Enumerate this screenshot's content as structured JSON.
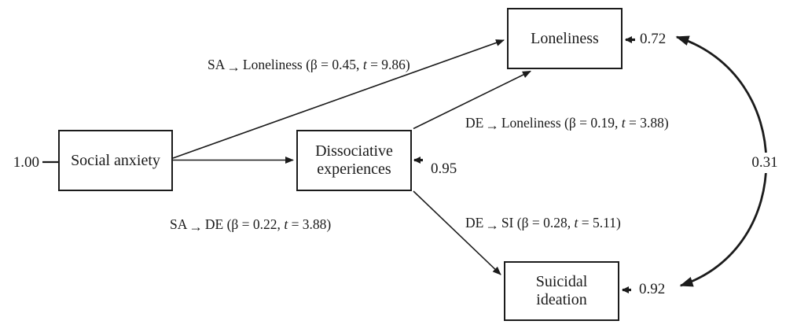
{
  "figure": {
    "type": "path-diagram",
    "glyphs": {
      "arrow": "→"
    },
    "nodes": {
      "social_anxiety": {
        "label": "Social anxiety",
        "input_value": "1.00"
      },
      "dissociative_experiences": {
        "label_line1": "Dissociative",
        "label_line2": "experiences",
        "error_value": "0.95"
      },
      "loneliness": {
        "label": "Loneliness",
        "error_value": "0.72"
      },
      "suicidal_ideation": {
        "label_line1": "Suicidal",
        "label_line2": "ideation",
        "error_value": "0.92"
      }
    },
    "paths": {
      "sa_to_loneliness": {
        "lhs": "SA",
        "rhs": "Loneliness",
        "stats": " (β = 0.45, ",
        "tvar": "t",
        "tail": " = 9.86)"
      },
      "de_to_loneliness": {
        "lhs": "DE",
        "rhs": "Loneliness",
        "stats": " (β = 0.19, ",
        "tvar": "t",
        "tail": " = 3.88)"
      },
      "sa_to_de": {
        "lhs": "SA",
        "rhs": "DE",
        "stats": " (β = 0.22, ",
        "tvar": "t",
        "tail": " = 3.88)"
      },
      "de_to_si": {
        "lhs": "DE",
        "rhs": "SI",
        "stats": " (β = 0.28, ",
        "tvar": "t",
        "tail": " = 5.11)"
      }
    },
    "covariance": {
      "value": "0.31"
    },
    "colors": {
      "ink": "#1b1b1b",
      "background": "#ffffff"
    }
  }
}
